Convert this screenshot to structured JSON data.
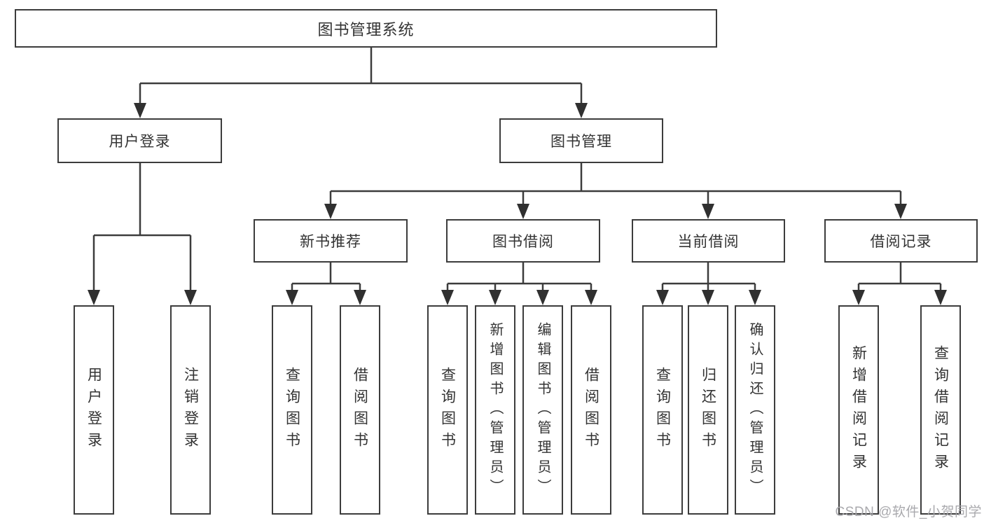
{
  "nodes": {
    "root": {
      "id": "library-management-system",
      "label": "图书管理系统"
    },
    "level2": [
      {
        "id": "user-login",
        "label": "用户登录",
        "parent": "library-management-system"
      },
      {
        "id": "book-management",
        "label": "图书管理",
        "parent": "library-management-system"
      }
    ],
    "level3": [
      {
        "id": "new-book-recommend",
        "label": "新书推荐",
        "parent": "book-management"
      },
      {
        "id": "book-borrow",
        "label": "图书借阅",
        "parent": "book-management"
      },
      {
        "id": "current-borrow",
        "label": "当前借阅",
        "parent": "book-management"
      },
      {
        "id": "borrow-records",
        "label": "借阅记录",
        "parent": "book-management"
      }
    ],
    "leaves": [
      {
        "id": "user-login-action",
        "label": "用户登录",
        "parent": "user-login"
      },
      {
        "id": "logout-action",
        "label": "注销登录",
        "parent": "user-login"
      },
      {
        "id": "query-books-recommend",
        "label": "查询图书",
        "parent": "new-book-recommend"
      },
      {
        "id": "borrow-books-recommend",
        "label": "借阅图书",
        "parent": "new-book-recommend"
      },
      {
        "id": "query-books-borrow",
        "label": "查询图书",
        "parent": "book-borrow"
      },
      {
        "id": "add-books-admin",
        "label": "新增图书（管理员）",
        "parent": "book-borrow"
      },
      {
        "id": "edit-books-admin",
        "label": "编辑图书（管理员）",
        "parent": "book-borrow"
      },
      {
        "id": "borrow-books-action",
        "label": "借阅图书",
        "parent": "book-borrow"
      },
      {
        "id": "query-books-current",
        "label": "查询图书",
        "parent": "current-borrow"
      },
      {
        "id": "return-books",
        "label": "归还图书",
        "parent": "current-borrow"
      },
      {
        "id": "confirm-return-admin",
        "label": "确认归还（管理员）",
        "parent": "current-borrow"
      },
      {
        "id": "add-borrow-record",
        "label": "新增借阅记录",
        "parent": "borrow-records"
      },
      {
        "id": "query-borrow-record",
        "label": "查询借阅记录",
        "parent": "borrow-records"
      }
    ]
  },
  "watermark": {
    "text": "CSDN @软件_小贺同学"
  },
  "colors": {
    "line": "#3c3c3c",
    "border": "#3c3c3c",
    "text": "#333333",
    "watermark": "#a5a5a9",
    "background": "#ffffff"
  }
}
